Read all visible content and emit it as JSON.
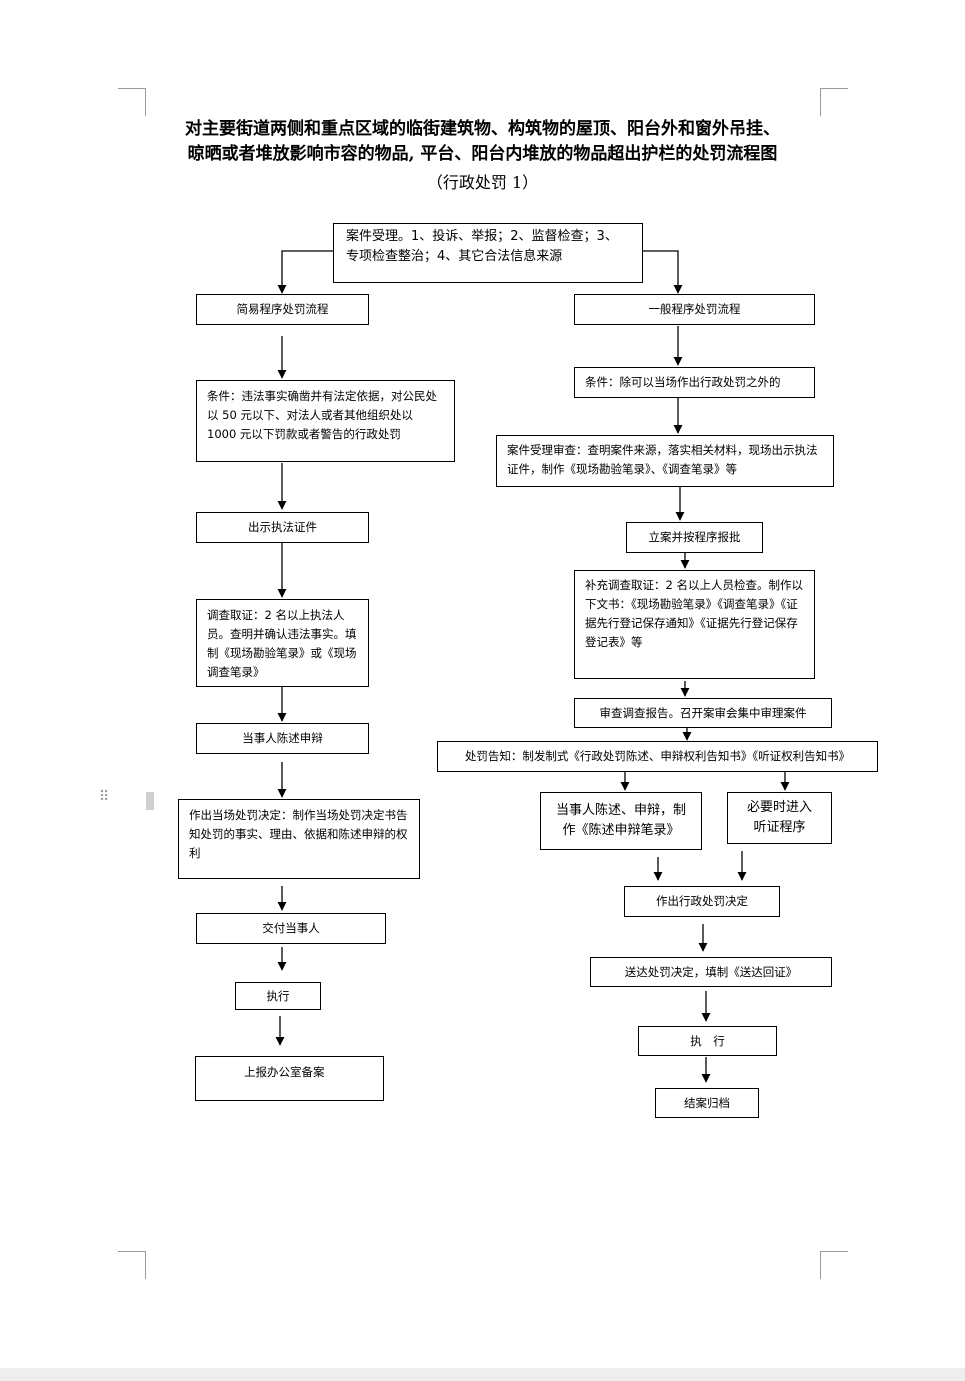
{
  "title": {
    "line1": "对主要街道两侧和重点区域的临街建筑物、构筑物的屋顶、阳台外和窗外吊挂、",
    "line2": "晾晒或者堆放影响市容的物品, 平台、阳台内堆放的物品超出护栏的处罚流程图",
    "subtitle": "（行政处罚 1）"
  },
  "top": {
    "line1": "案件受理。1、投诉、举报；2、监督检查；3、",
    "line2": "专项检查整治；4、其它合法信息来源"
  },
  "left": {
    "simple": "简易程序处罚流程",
    "condition": "条件：违法事实确凿并有法定依据，对公民处以 50 元以下、对法人或者其他组织处以 1000 元以下罚款或者警告的行政处罚",
    "show_cert": "出示执法证件",
    "investigate": "调查取证：2 名以上执法人员。查明并确认违法事实。填制《现场勘验笔录》或《现场调查笔录》",
    "statement": "当事人陈述申辩",
    "decision": "作出当场处罚决定：制作当场处罚决定书告知处罚的事实、理由、依据和陈述申辩的权利",
    "deliver": "交付当事人",
    "execute": "执行",
    "report": "上报办公室备案"
  },
  "right": {
    "general": "一般程序处罚流程",
    "condition": "条件：除可以当场作出行政处罚之外的",
    "review": "案件受理审查：查明案件来源，落实相关材料，现场出示执法证件，制作《现场勘验笔录》、《调查笔录》等",
    "file": "立案并按程序报批",
    "supplement": "补充调查取证：2 名以上人员检查。制作以下文书：《现场勘验笔录》《调查笔录》《证据先行登记保存通知》《证据先行登记保存登记表》等",
    "audit": "审查调查报告。召开案审会集中审理案件",
    "notice": "处罚告知：制发制式《行政处罚陈述、申辩权利告知书》《听证权利告知书》",
    "party_statement": "当事人陈述、申辩，制作《陈述申辩笔录》",
    "hearing": "必要时进入听证程序",
    "decision": "作出行政处罚决定",
    "deliver": "送达处罚决定，填制《送达回证》",
    "execute": "执　行",
    "close": "结案归档"
  }
}
